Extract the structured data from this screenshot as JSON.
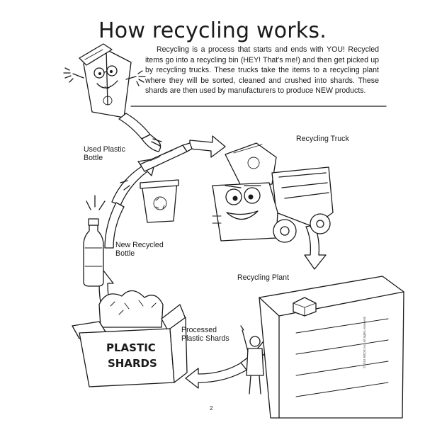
{
  "title": "How recycling works.",
  "intro": "Recycling is a process that starts and ends with YOU! Recycled items go into a recycling bin (HEY! That's me!) and then get picked up by recycling trucks. These trucks take the items to a recycling plant where they will be sorted, cleaned and crushed into shards. These shards are then used by manufacturers to produce NEW products.",
  "labels": {
    "used_bottle_1": "Used Plastic",
    "used_bottle_2": "Bottle",
    "truck": "Recycling Truck",
    "plant": "Recycling Plant",
    "shards_1": "Processed",
    "shards_2": "Plastic Shards",
    "new_bottle_1": "New Recycled",
    "new_bottle_2": "Bottle"
  },
  "box_text_1": "PLASTIC",
  "box_text_2": "SHARDS",
  "page_number": "2",
  "copyright": "©2018 BBDE Inc. All rights reserved."
}
